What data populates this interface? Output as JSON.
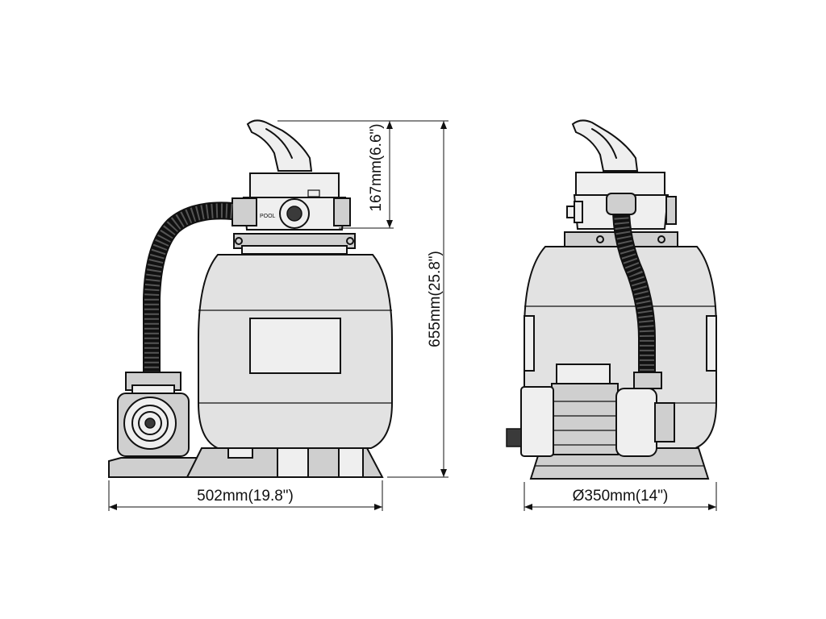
{
  "dimensions": {
    "width_label": "502mm(19.8\")",
    "diameter_label": "Ø350mm(14\")",
    "height_label": "655mm(25.8\")",
    "valve_height_label": "167mm(6.6\")"
  },
  "valve_port_label": "POOL"
}
